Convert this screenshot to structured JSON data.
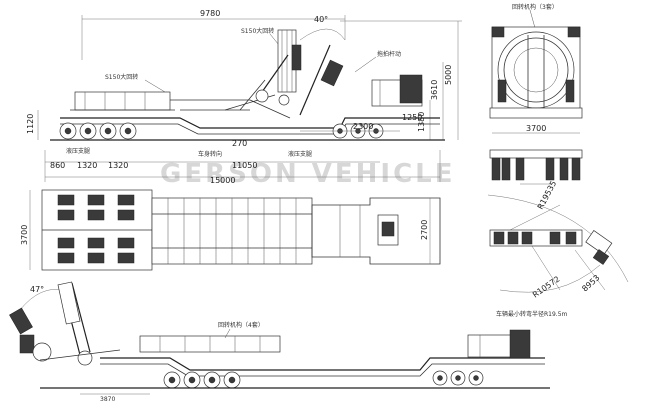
{
  "watermark": "GERSON VEHICLE",
  "side_view": {
    "dims": {
      "overall_length": "9780",
      "angle_top": "40°",
      "total_height": "5000",
      "deck_height": "3610",
      "height_1380": "1380",
      "height_1250": "1250",
      "left_height": "1120",
      "span_2300": "2300",
      "span_270": "270",
      "span_860": "860",
      "span_1320_a": "1320",
      "span_1320_b": "1320",
      "span_11050": "11050",
      "overall_15000": "15000"
    },
    "labels": {
      "turntable_top": "S150大回转",
      "turntable_left": "S150大回转",
      "tower_arm": "拖拍杆动",
      "hydraulic_left": "液压支腿",
      "axle_beam": "车身转向",
      "hydraulic_right": "液压支腿"
    }
  },
  "front_view": {
    "label": "回转机构（3套）",
    "width": "3700"
  },
  "plan_view": {
    "width_left": "3700",
    "width_right": "2700"
  },
  "turn_view": {
    "radius_outer": "R19535",
    "radius_inner": "R10572",
    "dim_8953": "8953",
    "caption": "车辆最小转弯半径R19.5m"
  },
  "bottom_view": {
    "angle": "47°",
    "label": "回转机构（4套）",
    "dim_3870": "3870"
  }
}
